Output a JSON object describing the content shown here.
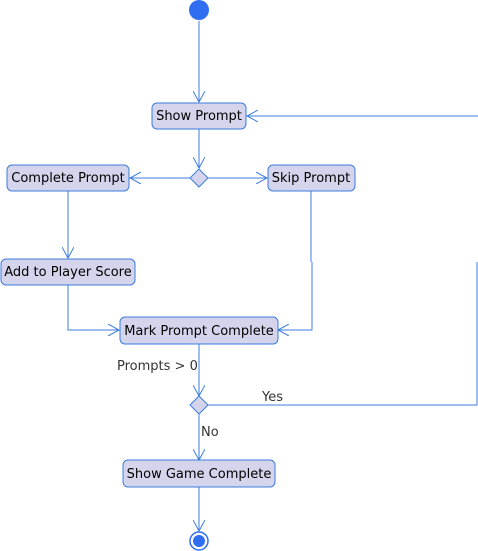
{
  "diagram": {
    "type": "uml-activity",
    "colors": {
      "line": "#3b7ddd",
      "node_fill": "#d4d4ec",
      "node_stroke": "#3b7ddd",
      "start": "#2f6ef0",
      "end": "#2f6ef0",
      "text": "#000000"
    },
    "nodes": {
      "show_prompt": "Show Prompt",
      "complete_prompt": "Complete Prompt",
      "skip_prompt": "Skip Prompt",
      "add_score": "Add to Player Score",
      "mark_complete": "Mark Prompt Complete",
      "show_game_complete": "Show Game Complete"
    },
    "edge_labels": {
      "guard": "Prompts > 0",
      "yes": "Yes",
      "no": "No"
    }
  }
}
